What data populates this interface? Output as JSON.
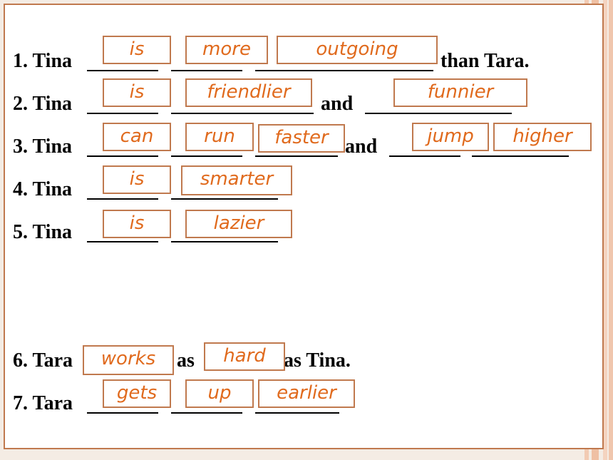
{
  "sentences": [
    {
      "prefix": "1. Tina",
      "mid1": "",
      "suffix": "than Tara."
    },
    {
      "prefix": "2. Tina",
      "mid1": "and",
      "suffix": ""
    },
    {
      "prefix": "3. Tina",
      "mid1": "and",
      "suffix": ""
    },
    {
      "prefix": "4. Tina",
      "mid1": "",
      "suffix": ""
    },
    {
      "prefix": "5. Tina",
      "mid1": "",
      "suffix": ""
    },
    {
      "prefix": "6. Tara",
      "mid1": "as",
      "suffix": "as Tina."
    },
    {
      "prefix": "7. Tara",
      "mid1": "",
      "suffix": ""
    }
  ],
  "answers": {
    "s1": [
      "is",
      "more",
      "outgoing"
    ],
    "s2": [
      "is",
      "friendlier",
      "funnier"
    ],
    "s3": [
      "can",
      "run",
      "faster",
      "jump",
      "higher"
    ],
    "s4": [
      "is",
      "smarter"
    ],
    "s5": [
      "is",
      "lazier"
    ],
    "s6": [
      "works",
      "hard"
    ],
    "s7": [
      "gets",
      "up",
      "earlier"
    ]
  }
}
